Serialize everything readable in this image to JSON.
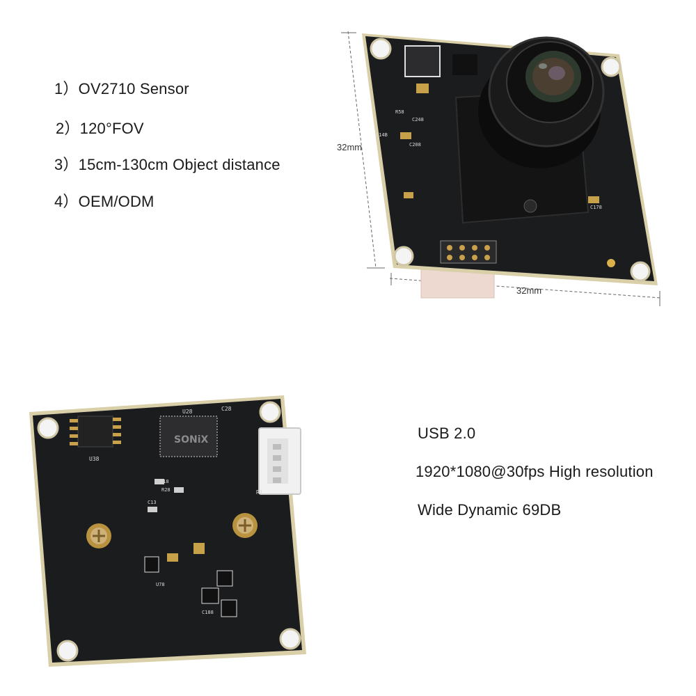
{
  "features_top": [
    "1）OV2710 Sensor",
    "2）120°FOV",
    "3）15cm-130cm Object distance",
    "4）OEM/ODM"
  ],
  "features_bottom": [
    "USB 2.0",
    "1920*1080@30fps High resolution",
    "Wide Dynamic 69DB"
  ],
  "dimensions": {
    "height_label": "32mm",
    "width_label": "32mm"
  },
  "board_labels": {
    "chip": "SONiX",
    "u28": "U28",
    "u38": "U38",
    "c28": "C28",
    "r1": "R1",
    "u78": "U78",
    "r18": "R18",
    "r28": "R28",
    "c13": "C13",
    "c14b": "C14B",
    "c248": "C248",
    "c208": "C208",
    "c188": "C188",
    "r58": "R58",
    "c178": "C178"
  },
  "colors": {
    "pcb": "#1b1c1e",
    "pcb_edge": "#d9cfa8",
    "hole": "#f4f4f4",
    "silk": "#d8d8d8"
  }
}
